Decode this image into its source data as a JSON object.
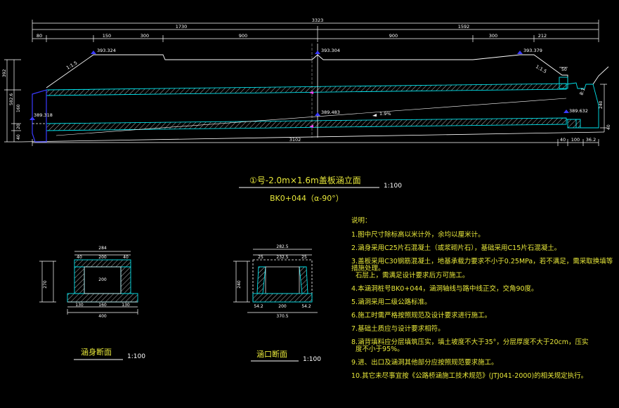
{
  "elevation": {
    "title": "①号-2.0m×1.6m盖板涵立面",
    "scale": "1:100",
    "station": "BK0+044（α-90°）",
    "dims_top": {
      "overall": "3323",
      "left_part": "1730",
      "right_part": "1592",
      "segments": [
        "80",
        "150",
        "300",
        "900",
        "900",
        "300",
        "212"
      ]
    },
    "elevations": {
      "road_left": "393.324",
      "road_center": "393.304",
      "road_right": "393.379",
      "invert_left": "389.318",
      "invert_center": "389.483",
      "invert_right": "389.632"
    },
    "slope_left": "1:1.5",
    "slope_right": "1:1.5",
    "slope_outlet": "8:1",
    "gradient": "1.9%",
    "left_dims": [
      "392",
      "582.6",
      "160",
      "20",
      "40"
    ],
    "right_dims": [
      "50",
      "240",
      "40"
    ],
    "dims_bottom": {
      "main": "3102",
      "right": [
        "40",
        "100",
        "36.2"
      ]
    }
  },
  "section_culvert": {
    "title": "涵身断面",
    "scale": "1:100",
    "dims": [
      "284",
      "40",
      "200",
      "40",
      "200",
      "270",
      "130",
      "160",
      "130",
      "400"
    ]
  },
  "section_inlet": {
    "title": "涵口断面",
    "scale": "1:100",
    "dims": [
      "282.5",
      "25",
      "232.5",
      "25",
      "240",
      "54.2",
      "200",
      "54.2",
      "370.5"
    ]
  },
  "notes": {
    "title": "说明：",
    "items": [
      "1.图中尺寸除标高以米计外，余均以厘米计。",
      "2.涵身采用C25片石混凝土（或浆砌片石），基础采用C15片石混凝土。",
      "3.盖板采用C30钢筋混凝土，地基承载力要求不小于0.25MPa，若不满足，需采取换填等措施处理。\n  石层上，需满足设计要求后方可施工。",
      "4.本涵洞桩号BK0+044，涵洞轴线与路中线正交，交角90度。",
      "5.涵洞采用二级公路标准。",
      "6.施工时需严格按照规范及设计要求进行施工。",
      "7.基础土质应与设计要求相符。",
      "8.涵背填料应分层填筑压实，填土坡度不大于35°，分层厚度不大于20cm，压实\n  度不小于95%。",
      "9.进、出口及涵洞其他部分应按照规范要求施工。",
      "10.其它未尽事宜按《公路桥涵施工技术规范》(JTJ041-2000)的相关规定执行。"
    ]
  },
  "colors": {
    "white": "#ffffff",
    "cyan": "#00e5ee",
    "yellow": "#e8e83a",
    "blue": "#3a3aff",
    "green": "#3aff3a",
    "red": "#ff3030",
    "magenta": "#ff40ff"
  }
}
